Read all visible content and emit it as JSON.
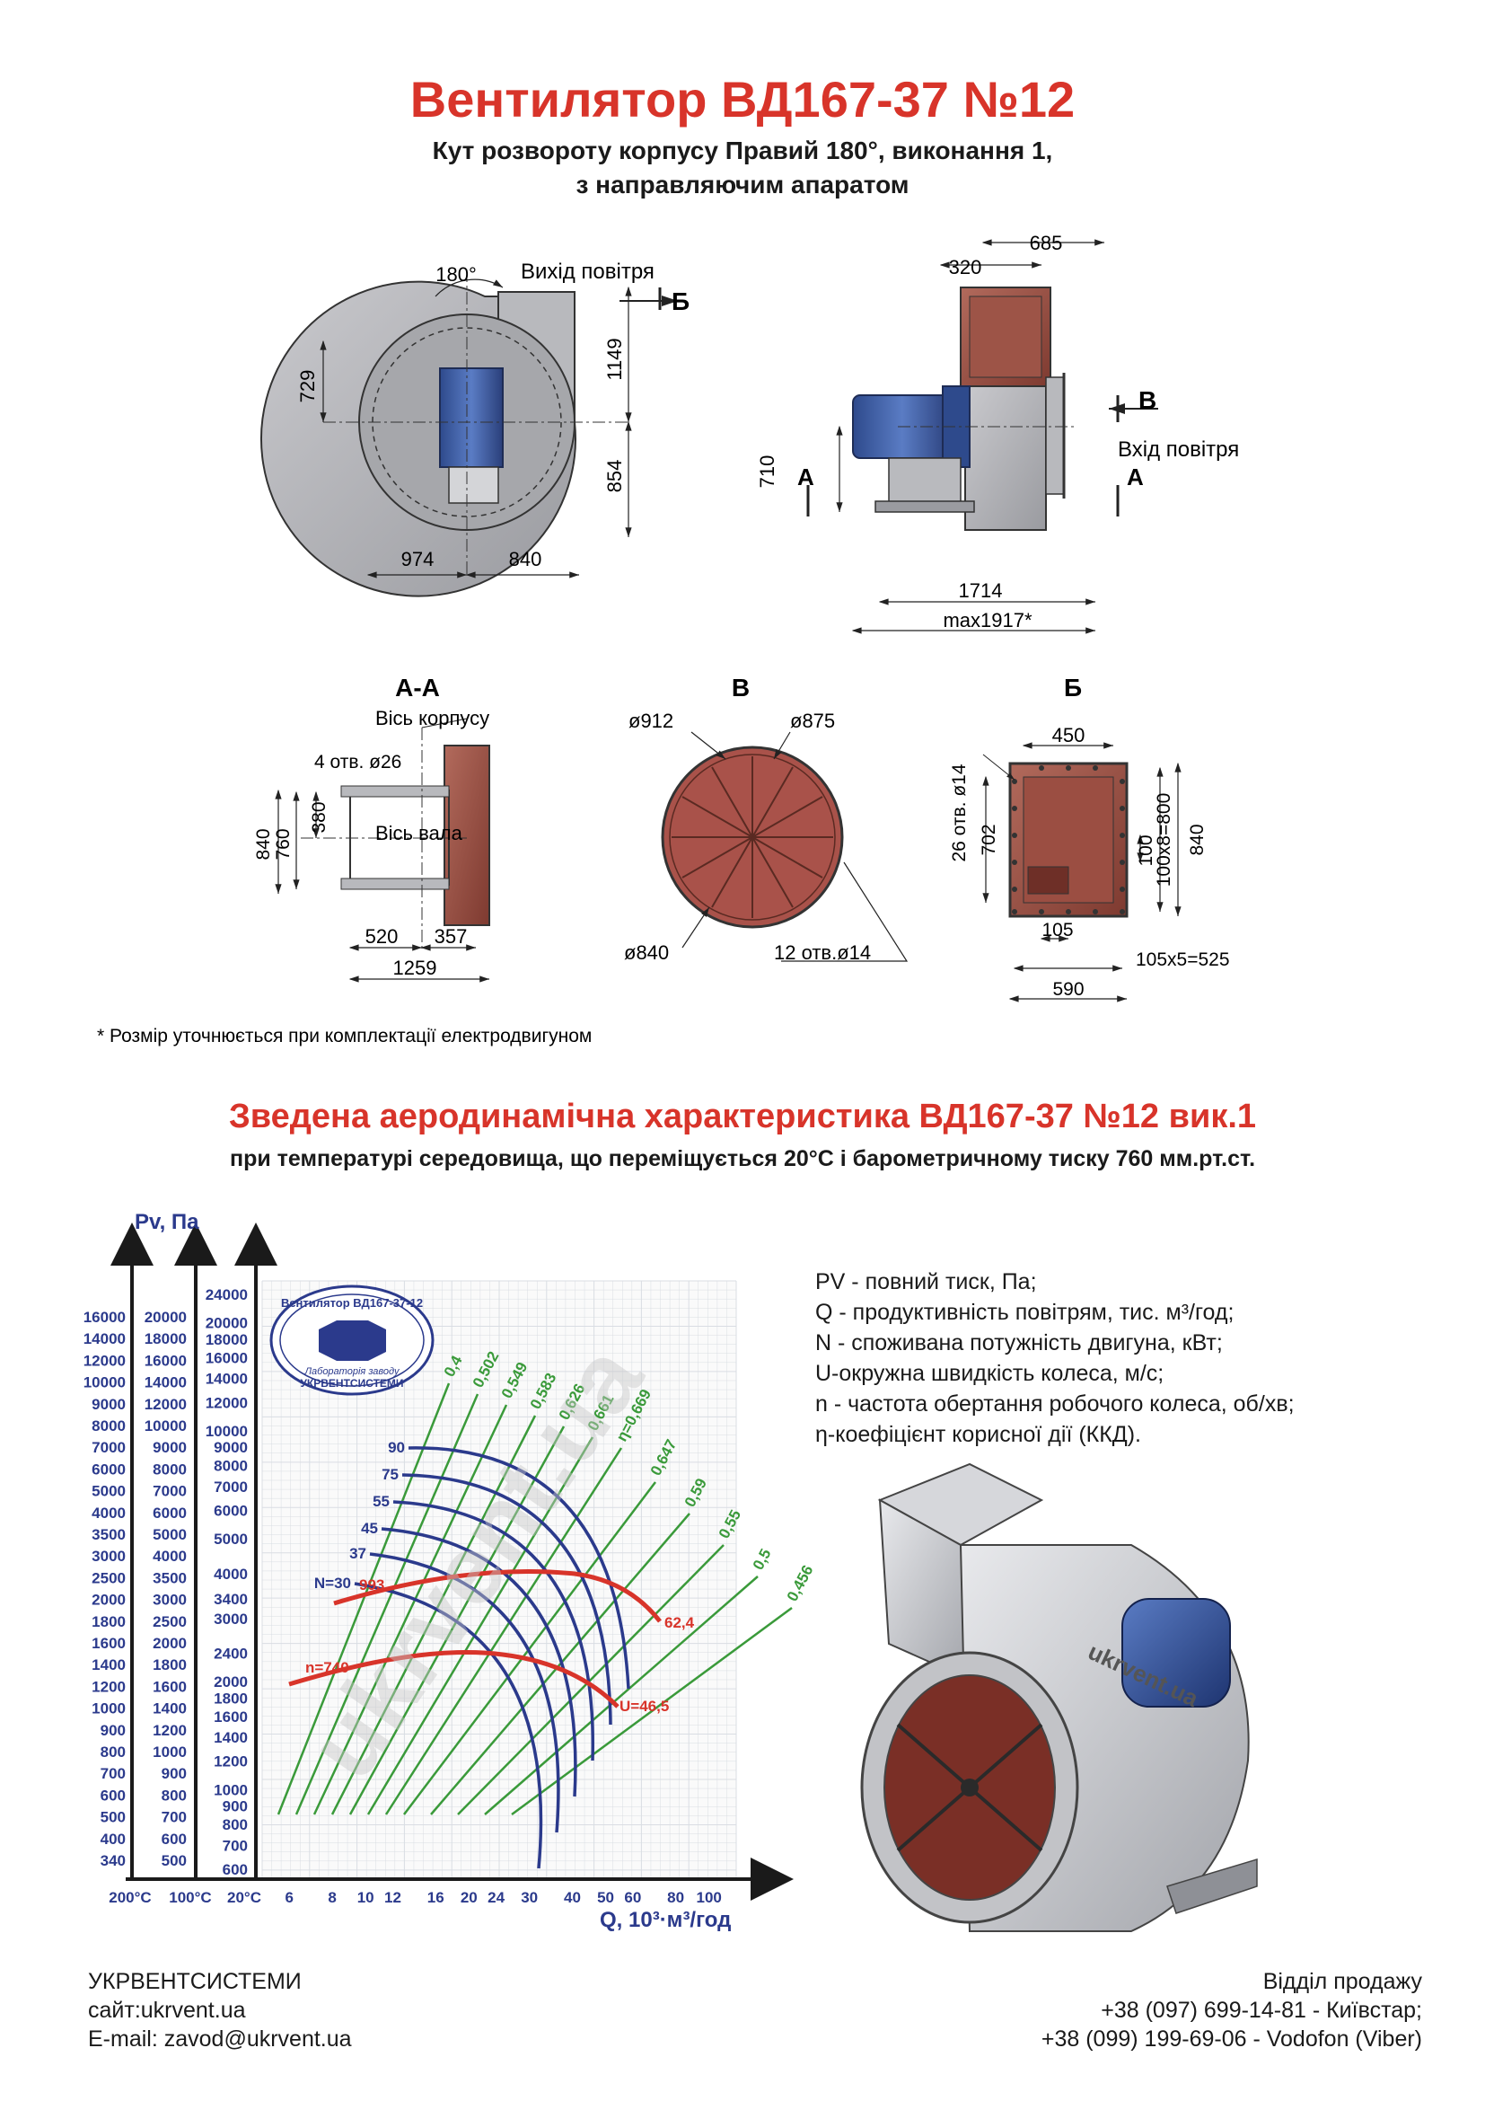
{
  "header": {
    "title": "Вентилятор  ВД167-37 №12",
    "subtitle_line1": "Кут розвороту корпусу Правий 180°, виконання 1,",
    "subtitle_line2": "з направляючим апаратом"
  },
  "watermark": "ukrvent.ua",
  "drawings": {
    "front": {
      "angle": "180°",
      "outlet_label": "Вихід повітря",
      "section_mark": "Б",
      "dim_729": "729",
      "dim_1149": "1149",
      "dim_854": "854",
      "dim_974": "974",
      "dim_840": "840"
    },
    "side": {
      "dim_320": "320",
      "dim_685": "685",
      "mark_b": "В",
      "inlet_label": "Вхід повітря",
      "mark_a": "А",
      "dim_710": "710",
      "dim_1714": "1714",
      "dim_max": "max1917*"
    },
    "section_aa": {
      "title": "А-А",
      "axis_body": "Вісь корпусу",
      "holes": "4 отв. ø26",
      "axis_shaft": "Вісь вала",
      "dim_840": "840",
      "dim_760": "760",
      "dim_380": "380",
      "dim_520": "520",
      "dim_357": "357",
      "dim_1259": "1259"
    },
    "view_v": {
      "title": "В",
      "d912": "ø912",
      "d875": "ø875",
      "d840": "ø840",
      "holes": "12 отв.ø14"
    },
    "view_b": {
      "title": "Б",
      "dim_450": "450",
      "holes": "26 отв. ø14",
      "dim_702": "702",
      "dim_100": "100",
      "dim_100x8": "100х8=800",
      "dim_840": "840",
      "dim_105": "105",
      "dim_105x5": "105х5=525",
      "dim_590": "590"
    },
    "footnote": "* Розмір уточнюється при комплектації електродвигуном"
  },
  "aero": {
    "title": "Зведена аеродинамічна характеристика ВД167-37 №12 вик.1",
    "subtitle": "при температурі середовища, що переміщується 20°С і барометричному тиску 760 мм.рт.ст."
  },
  "chart_data": {
    "type": "line",
    "ylabel": "Pv, Па",
    "xlabel": "Q, 10³·м³/год",
    "x_scale": "log",
    "y_scale": "log",
    "x_ticks": [
      "6",
      "8",
      "10",
      "12",
      "16",
      "20",
      "24",
      "30",
      "40",
      "50",
      "60",
      "80",
      "100"
    ],
    "x_temp_labels": [
      "200°С",
      "100°С",
      "20°С"
    ],
    "y_ticks_200C": [
      "16000",
      "14000",
      "12000",
      "10000",
      "9000",
      "8000",
      "7000",
      "6000",
      "5000",
      "4000",
      "3500",
      "3000",
      "2500",
      "2000",
      "1800",
      "1600",
      "1400",
      "1200",
      "1000",
      "900",
      "800",
      "700",
      "600",
      "500",
      "400",
      "340"
    ],
    "y_ticks_100C": [
      "20000",
      "18000",
      "16000",
      "14000",
      "12000",
      "10000",
      "9000",
      "8000",
      "7000",
      "6000",
      "5000",
      "4000",
      "3500",
      "3000",
      "2500",
      "2000",
      "1800",
      "1600",
      "1400",
      "1200",
      "1000",
      "900",
      "800",
      "700",
      "600",
      "500"
    ],
    "y_ticks_20C": [
      "24000",
      "20000",
      "18000",
      "16000",
      "14000",
      "12000",
      "10000",
      "9000",
      "8000",
      "7000",
      "6000",
      "5000",
      "4000",
      "3400",
      "3000",
      "2400",
      "2000",
      "1800",
      "1600",
      "1400",
      "1200",
      "1000",
      "900",
      "800",
      "700",
      "600"
    ],
    "stamp": {
      "line1": "Вентилятор ВД167-37-12",
      "line2": "Лабораторія заводу",
      "line3": "УКРВЕНТСИСТЕМИ"
    },
    "efficiency_labels": [
      "0,4",
      "0,502",
      "0,549",
      "0,583",
      "0,626",
      "0,661",
      "η=0,669",
      "0,647",
      "0,59",
      "0,55",
      "0,5",
      "0,456"
    ],
    "power_labels": [
      "90",
      "75",
      "55",
      "45",
      "37",
      "N=30"
    ],
    "rotation_curves": [
      {
        "label": "993",
        "end_label": "62,4"
      },
      {
        "label": "n=740",
        "end_label": "U=46,5"
      }
    ],
    "colors": {
      "pressure": "#d8342a",
      "power": "#2b3a8c",
      "efficiency": "#3a9a3a"
    }
  },
  "legend": [
    "PV - повний тиск, Па;",
    "Q - продуктивність повітрям, тис. м³/год;",
    "N - споживана потужність двигуна, кВт;",
    "U-окружна швидкість колеса, м/с;",
    "n - частота обертання робочого колеса, об/хв;",
    "η-коефіцієнт корисної дії (ККД)."
  ],
  "footer": {
    "company": "УКРВЕНТСИСТЕМИ",
    "site": "сайт:ukrvent.ua",
    "email": "E-mail: zavod@ukrvent.ua",
    "sales_title": "Відділ продажу",
    "phone1": "+38 (097) 699-14-81 - Київстар;",
    "phone2": "+38 (099) 199-69-06 - Vodofon (Viber)"
  }
}
